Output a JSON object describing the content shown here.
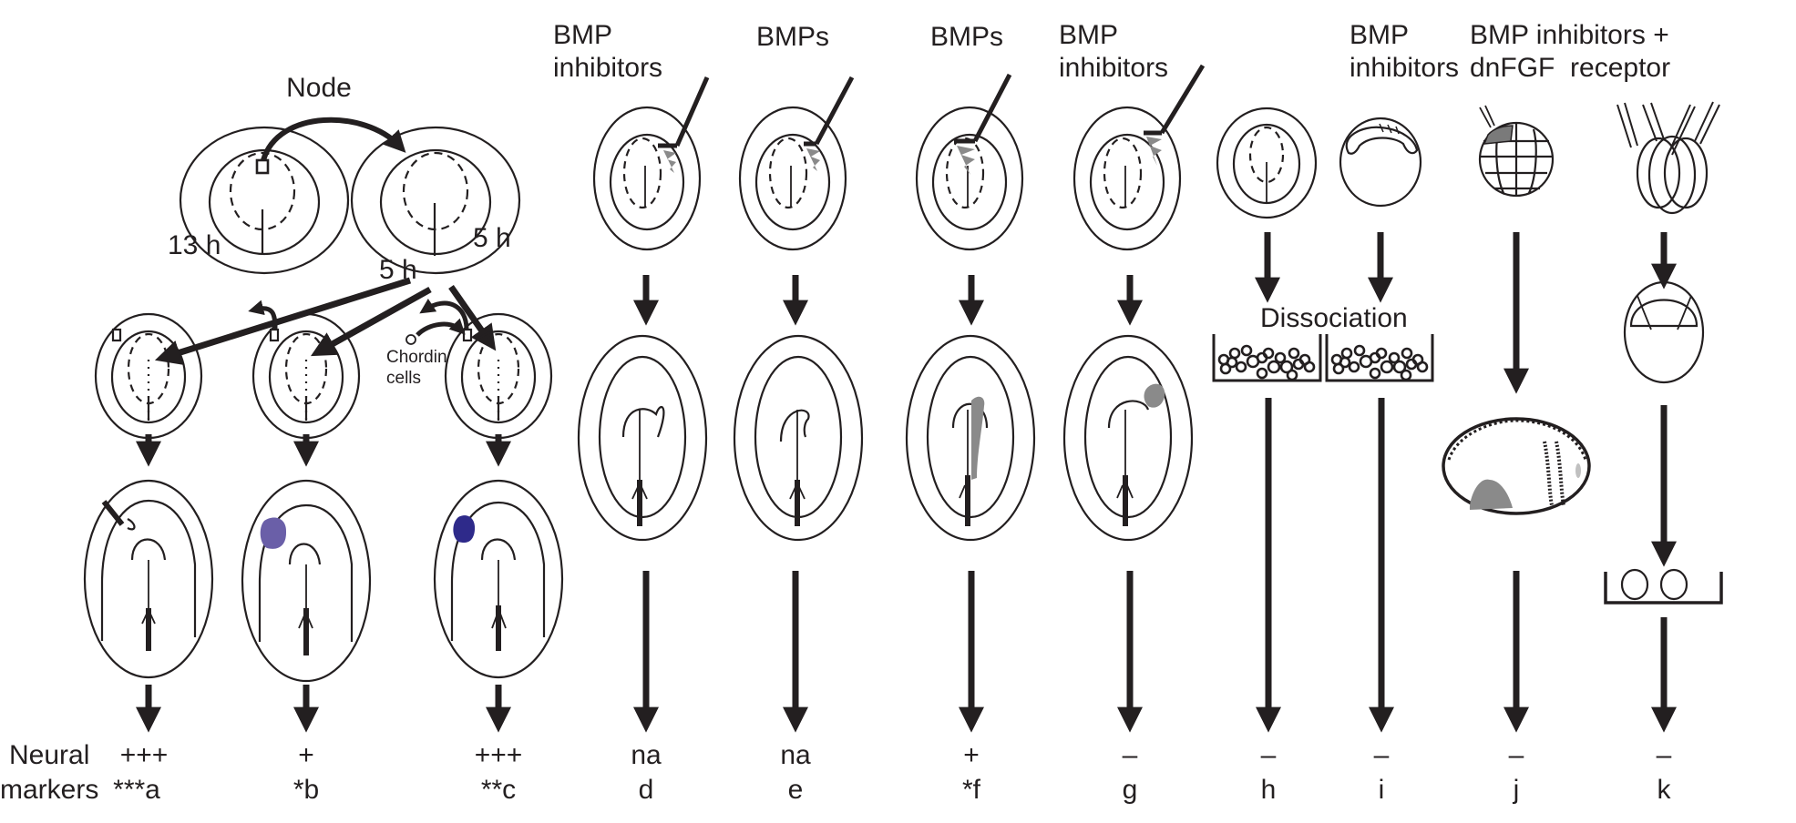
{
  "figure": {
    "row_label": [
      "Neural",
      "markers"
    ],
    "colors": {
      "ink": "#231f20",
      "grey_fill": "#8a8a8a",
      "purple_light": "#6a5fa8",
      "purple_dark": "#2e2a8a"
    },
    "node_label": "Node",
    "timings": {
      "t13h": "13 h",
      "t5h_left": "5 h",
      "t5h_right": "5 h"
    },
    "chordin_label": [
      "Chordin",
      "cells"
    ],
    "dissociation_label": "Dissociation",
    "treatments": {
      "d": [
        "BMP",
        "inhibitors"
      ],
      "e": [
        "BMPs"
      ],
      "f": [
        "BMPs"
      ],
      "g": [
        "BMP",
        "inhibitors"
      ],
      "j": [
        "BMP",
        "inhibitors"
      ],
      "k": [
        "BMP inhibitors +",
        "dnFGF  receptor"
      ]
    },
    "experiments": [
      {
        "id": "a",
        "result": "+++",
        "label": "***a"
      },
      {
        "id": "b",
        "result": "+",
        "label": "*b"
      },
      {
        "id": "c",
        "result": "+++",
        "label": "**c"
      },
      {
        "id": "d",
        "result": "na",
        "label": "d"
      },
      {
        "id": "e",
        "result": "na",
        "label": "e"
      },
      {
        "id": "f",
        "result": "+",
        "label": "*f"
      },
      {
        "id": "g",
        "result": "–",
        "label": "g"
      },
      {
        "id": "h",
        "result": "–",
        "label": "h"
      },
      {
        "id": "i",
        "result": "–",
        "label": "i"
      },
      {
        "id": "j",
        "result": "–",
        "label": "j"
      },
      {
        "id": "k",
        "result": "–",
        "label": "k"
      }
    ]
  }
}
